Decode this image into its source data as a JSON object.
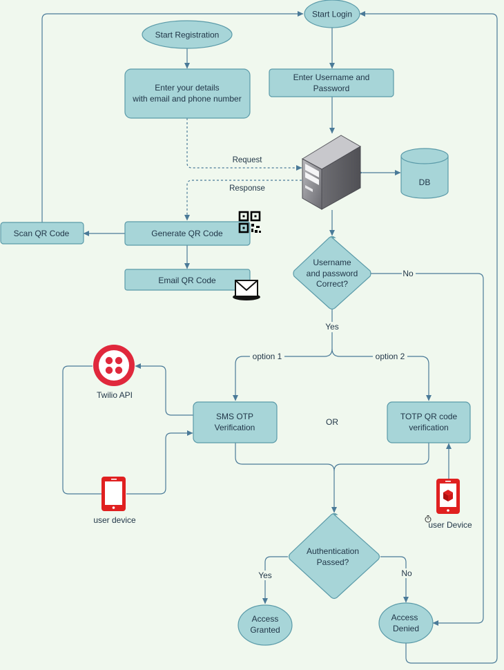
{
  "nodes": {
    "start_login": "Start Login",
    "start_registration": "Start Registration",
    "enter_details": [
      "Enter your details",
      "with email and phone number"
    ],
    "enter_credentials": [
      "Enter Username and",
      "Password"
    ],
    "db": "DB",
    "scan_qr": "Scan QR Code",
    "generate_qr": "Generate QR Code",
    "email_qr": "Email QR Code",
    "credentials_check": [
      "Username",
      "and password",
      "Correct?"
    ],
    "twilio": "Twilio API",
    "sms_otp": [
      "SMS OTP",
      "Verification"
    ],
    "or": "OR",
    "totp": [
      "TOTP QR code",
      "verification"
    ],
    "user_device_sms": "user device",
    "user_device_totp": "user Device",
    "auth_check": [
      "Authentication",
      "Passed?"
    ],
    "access_granted": [
      "Access",
      "Granted"
    ],
    "access_denied": [
      "Access",
      "Denied"
    ]
  },
  "edge_labels": {
    "request": "Request",
    "response": "Response",
    "yes": "Yes",
    "no": "No",
    "option1": "option 1",
    "option2": "option 2",
    "auth_yes": "Yes",
    "auth_no": "No"
  },
  "colors": {
    "node_fill": "#a7d5d8",
    "node_stroke": "#5a9aa8",
    "edge": "#4a7a98",
    "background": "#f0f8ee",
    "twilio_red": "#e0283c",
    "device_red": "#e02020"
  },
  "icons": [
    "server-icon",
    "database-icon",
    "qr-code-icon",
    "envelope-icon",
    "twilio-logo-icon",
    "phone-icon",
    "authenticator-phone-icon",
    "timer-icon"
  ]
}
